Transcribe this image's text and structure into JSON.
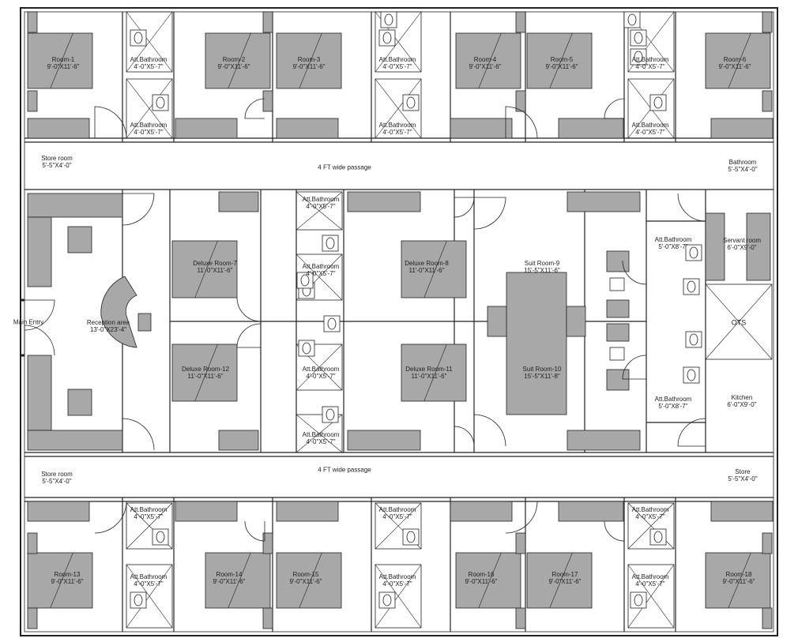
{
  "rooms": [
    {
      "name": "Room-1",
      "size": "9'-0\"X11'-6\""
    },
    {
      "name": "Room-2",
      "size": "9'-0\"X11'-6\""
    },
    {
      "name": "Room-3",
      "size": "9'-0\"X11'-6\""
    },
    {
      "name": "Room-4",
      "size": "9'-0\"X11'-6\""
    },
    {
      "name": "Room-5",
      "size": "9'-0\"X11'-6\""
    },
    {
      "name": "Room-6",
      "size": "9'-0\"X11'-6\""
    },
    {
      "name": "Room-13",
      "size": "9'-0\"X11'-6\""
    },
    {
      "name": "Room-14",
      "size": "9'-0\"X11'-6\""
    },
    {
      "name": "Room-15",
      "size": "9'-0\"X11'-6\""
    },
    {
      "name": "Room-16",
      "size": "9'-0\"X11'-6\""
    },
    {
      "name": "Room-17",
      "size": "9'-0\"X11'-6\""
    },
    {
      "name": "Room-18",
      "size": "9'-0\"X11'-6\""
    }
  ],
  "deluxe": [
    {
      "name": "Deluxe Room-7",
      "size": "11'-0\"X11'-6\""
    },
    {
      "name": "Deluxe Room-8",
      "size": "11'-0\"X11'-6\""
    },
    {
      "name": "Deluxe Room-12",
      "size": "11'-0\"X11'-6\""
    },
    {
      "name": "Deluxe Room-11",
      "size": "11'-0\"X11'-6\""
    }
  ],
  "suites": [
    {
      "name": "Suit Room-9",
      "size": "15'-5\"X11'-6\""
    },
    {
      "name": "Suit Room-10",
      "size": "15'-5\"X11'-8\""
    }
  ],
  "att_bathroom": {
    "name": "Att.Bathroom",
    "size": "4'-0\"X5'-7\""
  },
  "att_bathroom_large": [
    {
      "name": "Att.Bathroom",
      "size": "5'-0\"X8'-7\""
    },
    {
      "name": "Att.Bathroom",
      "size": "5'-0\"X8'-7\""
    }
  ],
  "store_rooms": [
    {
      "name": "Store room",
      "size": "5'-5\"X4'-0\""
    },
    {
      "name": "Store room",
      "size": "5'-5\"X4'-0\""
    },
    {
      "name": "Store",
      "size": "5'-5\"X4'-0\""
    }
  ],
  "bathroom": {
    "name": "Bathroom",
    "size": "5'-5\"X4'-0\""
  },
  "servant_room": {
    "name": "Servant room",
    "size": "6'-0\"X9'-0\""
  },
  "kitchen": {
    "name": "Kitchen",
    "size": "6'-0\"X9'-0\""
  },
  "ots": "OTS",
  "reception": {
    "name": "Reception area",
    "size": "13'-0\"X23'-4\""
  },
  "main_entry": "Main Entry",
  "passages": [
    "4 FT wide passage",
    "4 FT wide passage"
  ],
  "colors": {
    "line": "#222222",
    "fill": "#a8a8a8",
    "fixture": "#ffffff",
    "background": "#ffffff"
  }
}
